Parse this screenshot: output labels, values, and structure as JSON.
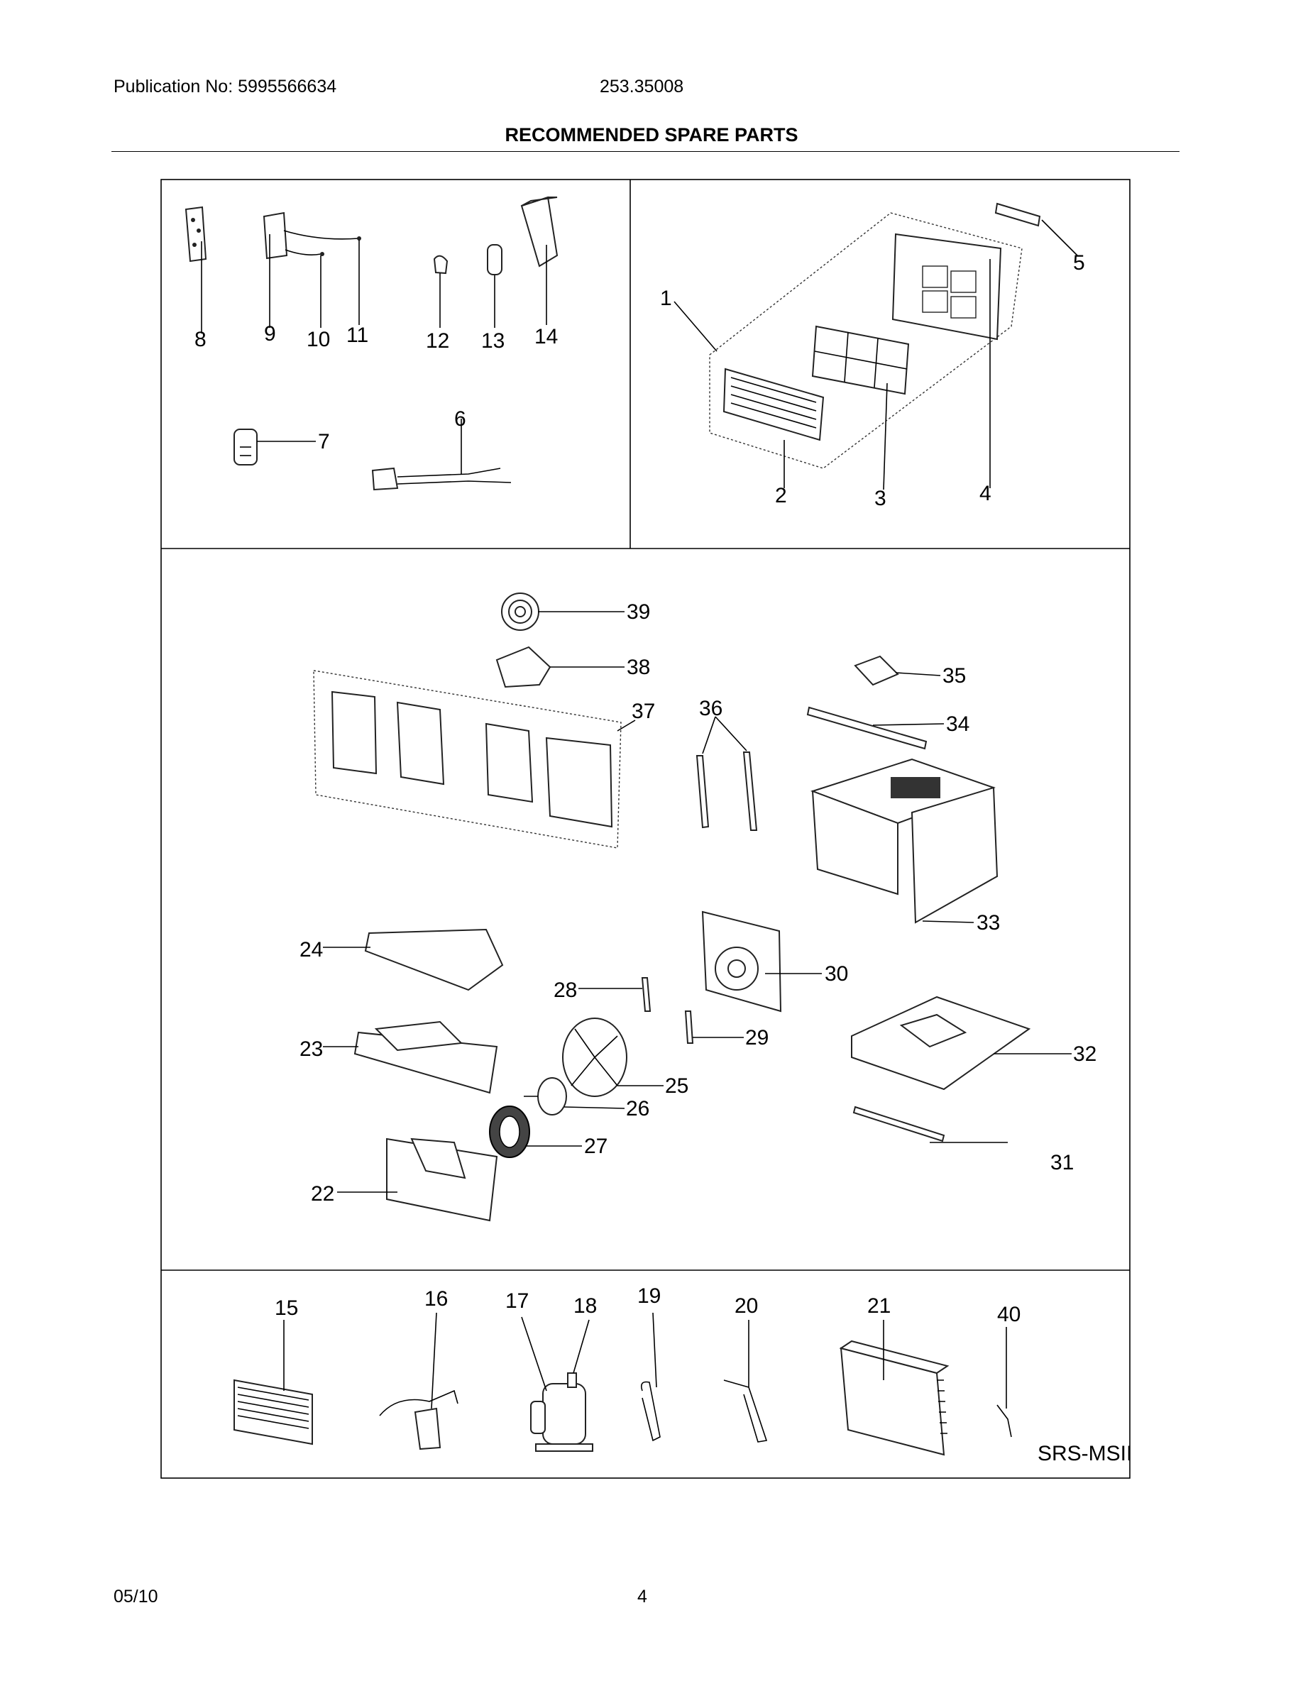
{
  "header": {
    "publication": "Publication No: 5995566634",
    "model": "253.35008",
    "title": "RECOMMENDED SPARE PARTS"
  },
  "footer": {
    "date": "05/10",
    "page": "4"
  },
  "diagram": {
    "mark": "SRS-MSII",
    "callouts": {
      "p1": "1",
      "p2": "2",
      "p3": "3",
      "p4": "4",
      "p5": "5",
      "p6": "6",
      "p7": "7",
      "p8": "8",
      "p9": "9",
      "p10": "10",
      "p11": "11",
      "p12": "12",
      "p13": "13",
      "p14": "14",
      "p15": "15",
      "p16": "16",
      "p17": "17",
      "p18": "18",
      "p19": "19",
      "p20": "20",
      "p21": "21",
      "p22": "22",
      "p23": "23",
      "p24": "24",
      "p25": "25",
      "p26": "26",
      "p27": "27",
      "p28": "28",
      "p29": "29",
      "p30": "30",
      "p31": "31",
      "p32": "32",
      "p33": "33",
      "p34": "34",
      "p35": "35",
      "p36": "36",
      "p37": "37",
      "p38": "38",
      "p39": "39",
      "p40": "40"
    }
  }
}
